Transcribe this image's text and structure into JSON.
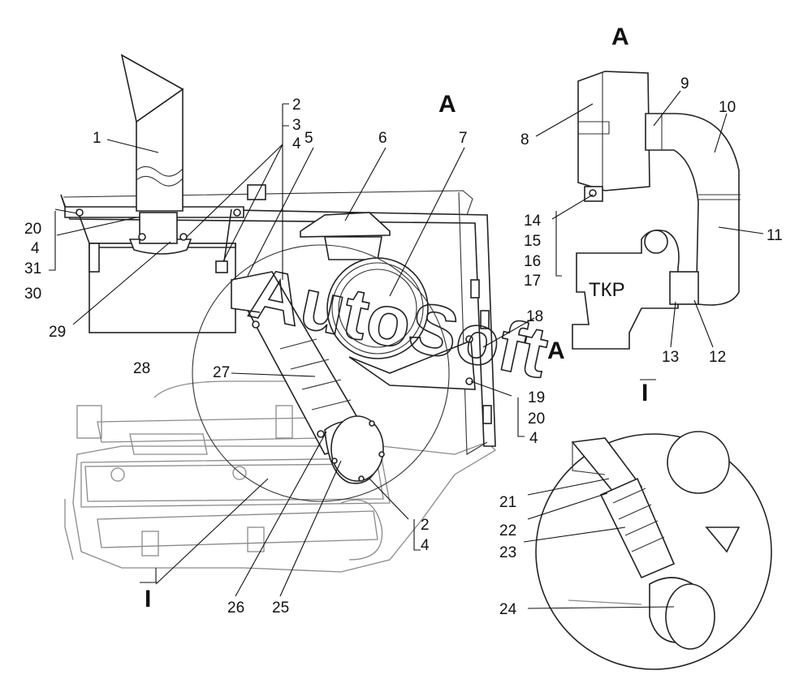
{
  "view_labels": {
    "view_a_main": "A",
    "view_a_detail": "A",
    "view_a_arrow": "A",
    "section_detail": "I",
    "section_main": "I"
  },
  "watermark": "AutoSoft",
  "turbocharger_label": "ТКР",
  "callouts": [
    "1",
    "2",
    "3",
    "4",
    "5",
    "6",
    "7",
    "8",
    "9",
    "10",
    "11",
    "12",
    "13",
    "14",
    "15",
    "16",
    "17",
    "18",
    "19",
    "20",
    "4",
    "2",
    "4",
    "20",
    "4",
    "31",
    "30",
    "29",
    "28",
    "27",
    "26",
    "25",
    "24",
    "23",
    "22",
    "21"
  ]
}
